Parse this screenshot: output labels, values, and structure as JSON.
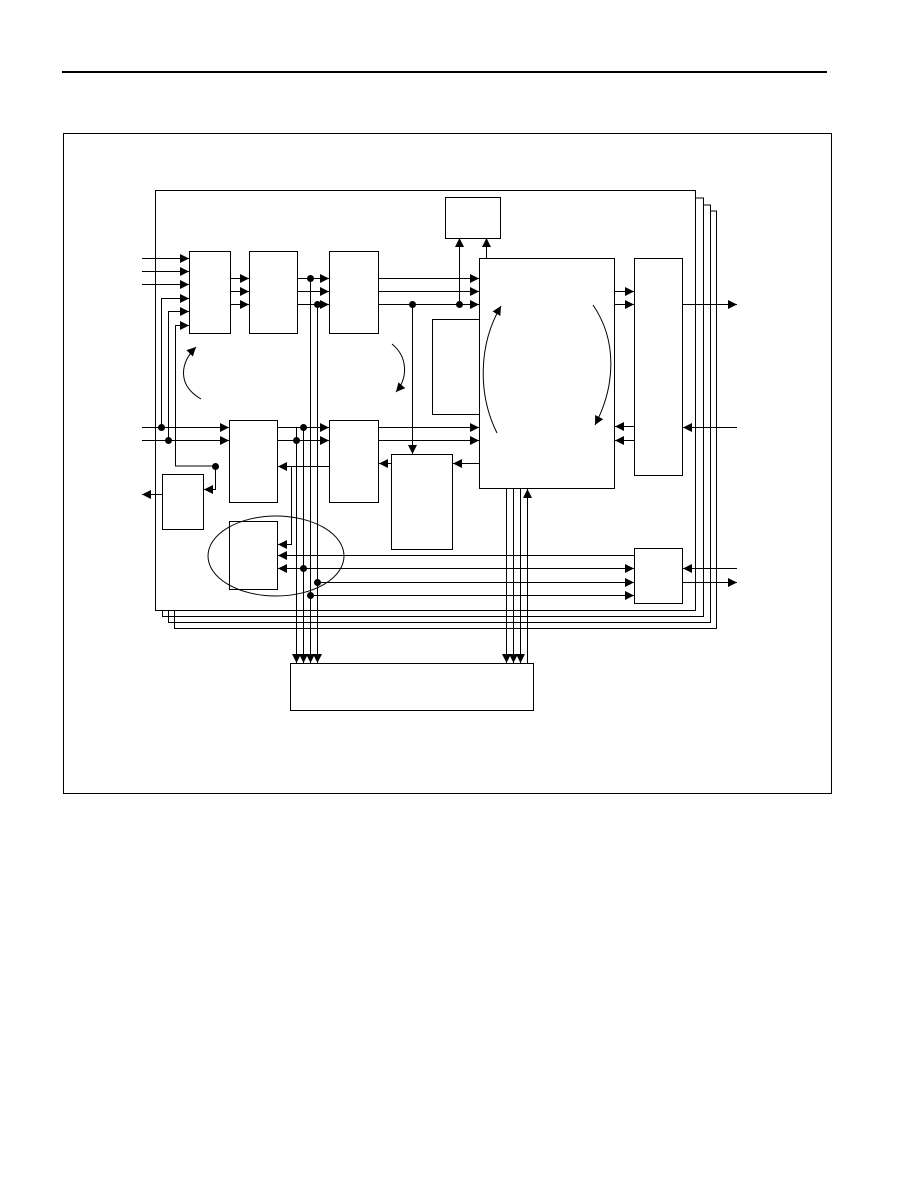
{
  "page": {
    "header_rule": true,
    "background": "#ffffff",
    "ink_color": "#000000"
  },
  "figure": {
    "type": "block-diagram",
    "labels": [],
    "stacked_frames": 4,
    "blocks": [
      {
        "id": "top-box"
      },
      {
        "id": "input-mux"
      },
      {
        "id": "stage-2"
      },
      {
        "id": "stage-3"
      },
      {
        "id": "core-block"
      },
      {
        "id": "side-block"
      },
      {
        "id": "output-block"
      },
      {
        "id": "mid-left"
      },
      {
        "id": "mid-center"
      },
      {
        "id": "small-left"
      },
      {
        "id": "tall-center"
      },
      {
        "id": "circled-block"
      },
      {
        "id": "lower-right"
      },
      {
        "id": "bottom-bus-block"
      }
    ],
    "annotations": {
      "loop_arrows": 4,
      "highlight_ellipse": true
    }
  }
}
